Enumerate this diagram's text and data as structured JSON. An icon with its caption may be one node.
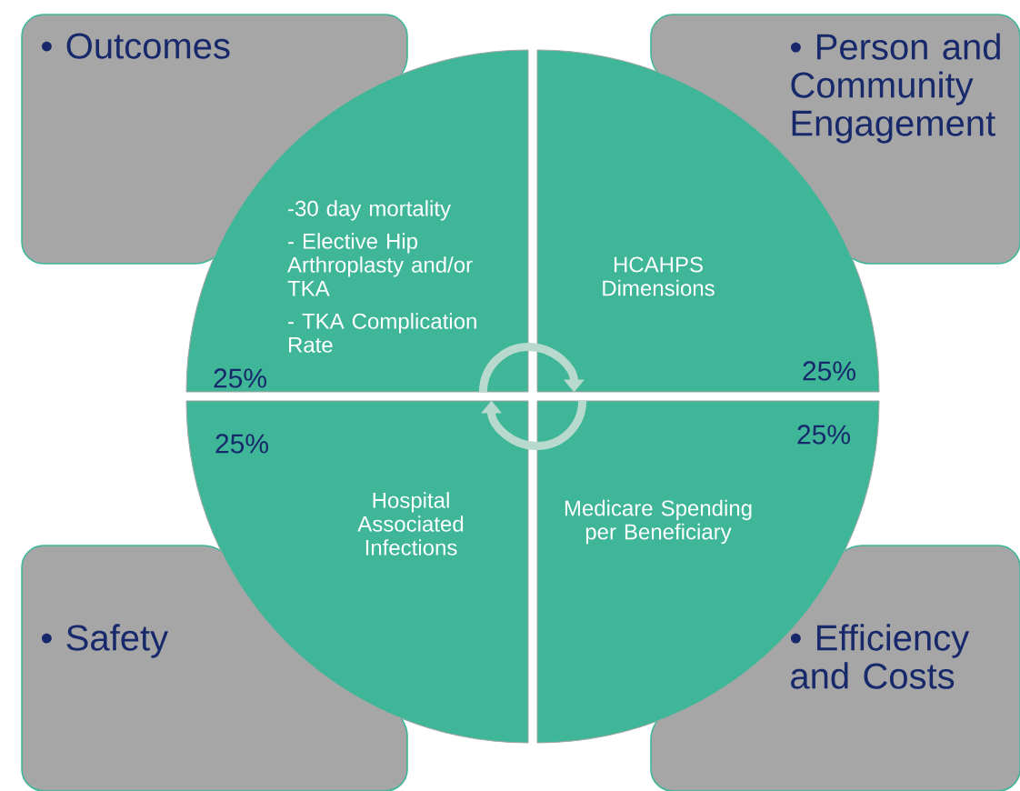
{
  "diagram": {
    "nodes": [
      {
        "text": [
          "• Outcomes"
        ]
      },
      {
        "text": [
          "• Person and Community Engagement"
        ]
      },
      {
        "text": [
          "• Safety"
        ]
      },
      {
        "text": [
          "• Efficiency and Costs"
        ]
      },
      {
        "text": [
          "-30 day mortality",
          "- Elective Hip Arthroplasty and/or TKA",
          "- TKA Complication Rate",
          "25%"
        ]
      },
      {
        "text": [
          "HCAHPS Dimensions",
          "25%"
        ]
      },
      {
        "text": [
          "Hospital Associated Infections",
          "25%"
        ]
      },
      {
        "text": [
          "Medicare Spending per Beneficiary",
          "25%"
        ]
      }
    ],
    "edges": [
      {
        "from": 4,
        "to": 5,
        "arrow": "to"
      },
      {
        "from": 7,
        "to": 6,
        "arrow": "to"
      }
    ]
  }
}
